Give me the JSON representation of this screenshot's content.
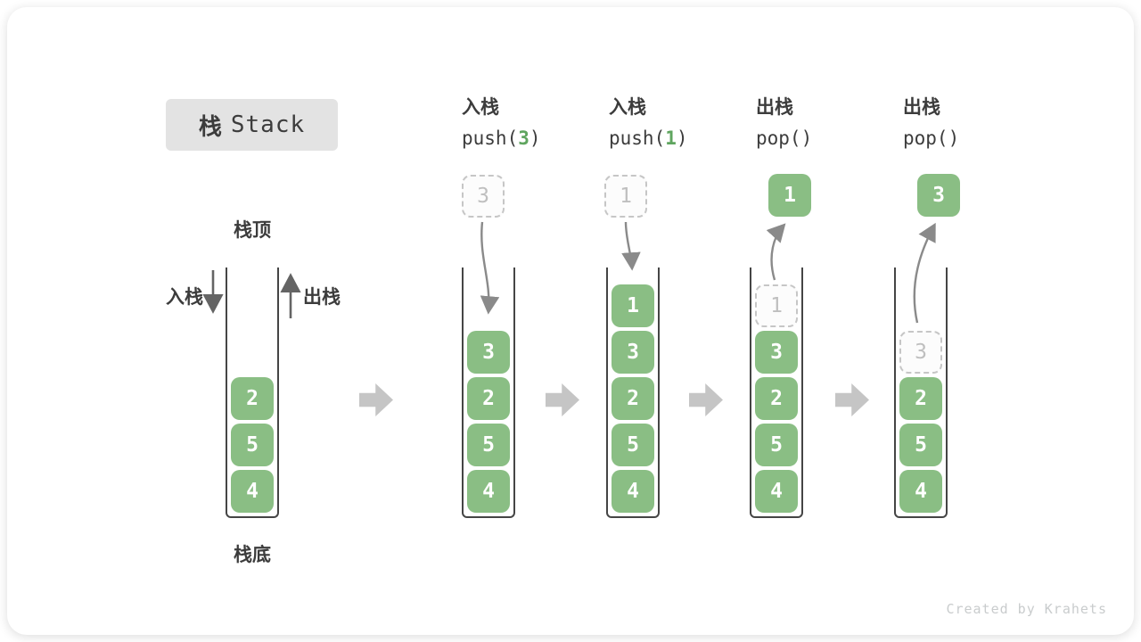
{
  "title": {
    "zh": "栈",
    "en": "Stack"
  },
  "stack_labels": {
    "top": "栈顶",
    "bottom": "栈底",
    "push": "入栈",
    "pop": "出栈"
  },
  "operations": [
    {
      "label": "入栈",
      "code_prefix": "push(",
      "code_arg": "3",
      "code_suffix": ")"
    },
    {
      "label": "入栈",
      "code_prefix": "push(",
      "code_arg": "1",
      "code_suffix": ")"
    },
    {
      "label": "出栈",
      "code_prefix": "pop()",
      "code_arg": "",
      "code_suffix": ""
    },
    {
      "label": "出栈",
      "code_prefix": "pop()",
      "code_arg": "",
      "code_suffix": ""
    }
  ],
  "stacks": [
    {
      "items": [
        {
          "value": "2",
          "style": "solid"
        },
        {
          "value": "5",
          "style": "solid"
        },
        {
          "value": "4",
          "style": "solid"
        }
      ]
    },
    {
      "floating": {
        "value": "3",
        "style": "dashed"
      },
      "items": [
        {
          "value": "3",
          "style": "solid"
        },
        {
          "value": "2",
          "style": "solid"
        },
        {
          "value": "5",
          "style": "solid"
        },
        {
          "value": "4",
          "style": "solid"
        }
      ]
    },
    {
      "floating": {
        "value": "1",
        "style": "dashed"
      },
      "items": [
        {
          "value": "1",
          "style": "solid"
        },
        {
          "value": "3",
          "style": "solid"
        },
        {
          "value": "2",
          "style": "solid"
        },
        {
          "value": "5",
          "style": "solid"
        },
        {
          "value": "4",
          "style": "solid"
        }
      ]
    },
    {
      "floating": {
        "value": "1",
        "style": "solid"
      },
      "items": [
        {
          "value": "1",
          "style": "dashed"
        },
        {
          "value": "3",
          "style": "solid"
        },
        {
          "value": "2",
          "style": "solid"
        },
        {
          "value": "5",
          "style": "solid"
        },
        {
          "value": "4",
          "style": "solid"
        }
      ]
    },
    {
      "floating": {
        "value": "3",
        "style": "solid"
      },
      "items": [
        {
          "value": "3",
          "style": "dashed"
        },
        {
          "value": "2",
          "style": "solid"
        },
        {
          "value": "5",
          "style": "solid"
        },
        {
          "value": "4",
          "style": "solid"
        }
      ]
    }
  ],
  "watermark": "Created by Krahets",
  "colors": {
    "green": "#8ABE84",
    "codegreen": "#5FA55F",
    "dark": "#3C3C3C",
    "ghostborder": "#C6C6C6",
    "ghosttext": "#BFBFBF",
    "arrow": "#8A8A8A",
    "flowarrow": "#C5C5C5",
    "titlebg": "#E3E3E3",
    "watermark": "#C9CCCD"
  }
}
